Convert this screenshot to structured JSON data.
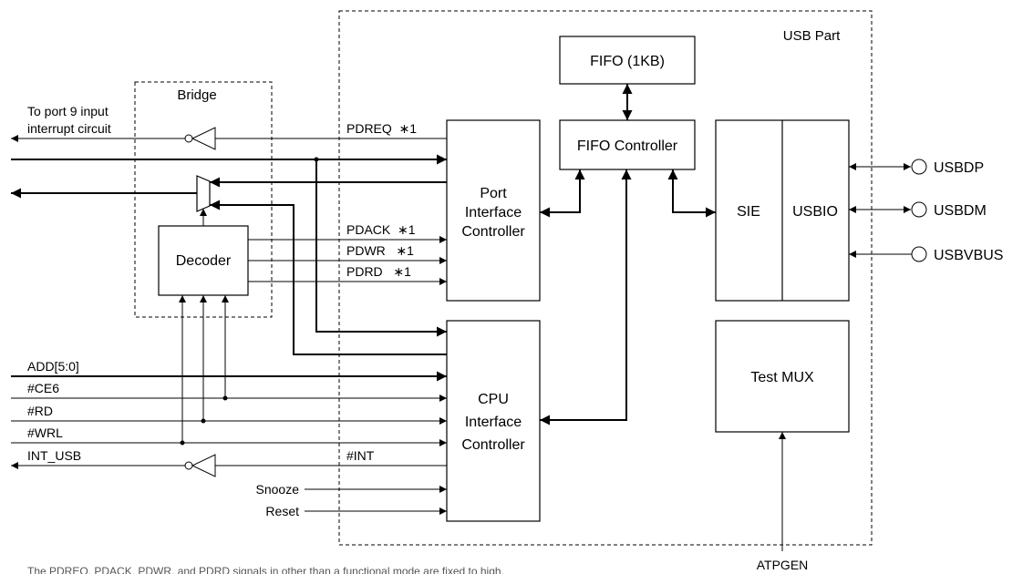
{
  "regions": {
    "usb_part": "USB Part",
    "bridge": "Bridge"
  },
  "blocks": {
    "fifo": "FIFO (1KB)",
    "fifo_controller": "FIFO Controller",
    "port_if": [
      "Port",
      "Interface",
      "Controller"
    ],
    "cpu_if": [
      "CPU",
      "Interface",
      "Controller"
    ],
    "sie": "SIE",
    "usbio": "USBIO",
    "test_mux": "Test MUX",
    "decoder": "Decoder"
  },
  "signals": {
    "port9_line1": "To port 9 input",
    "port9_line2": "interrupt circuit",
    "pdreq": "PDREQ  ∗1",
    "pdack": "PDACK  ∗1",
    "pdwr": "PDWR   ∗1",
    "pdrd": "PDRD   ∗1",
    "add": "ADD[5:0]",
    "ce6": "#CE6",
    "rd": "#RD",
    "wrl": "#WRL",
    "int_usb": "INT_USB",
    "int": "#INT",
    "snooze": "Snooze",
    "reset": "Reset",
    "atpgen": "ATPGEN"
  },
  "pins": {
    "usbdp": "USBDP",
    "usbdm": "USBDM",
    "usbvbus": "USBVBUS"
  },
  "footnote": "The PDREQ, PDACK, PDWR, and PDRD signals in other than a functional mode are fixed to high."
}
